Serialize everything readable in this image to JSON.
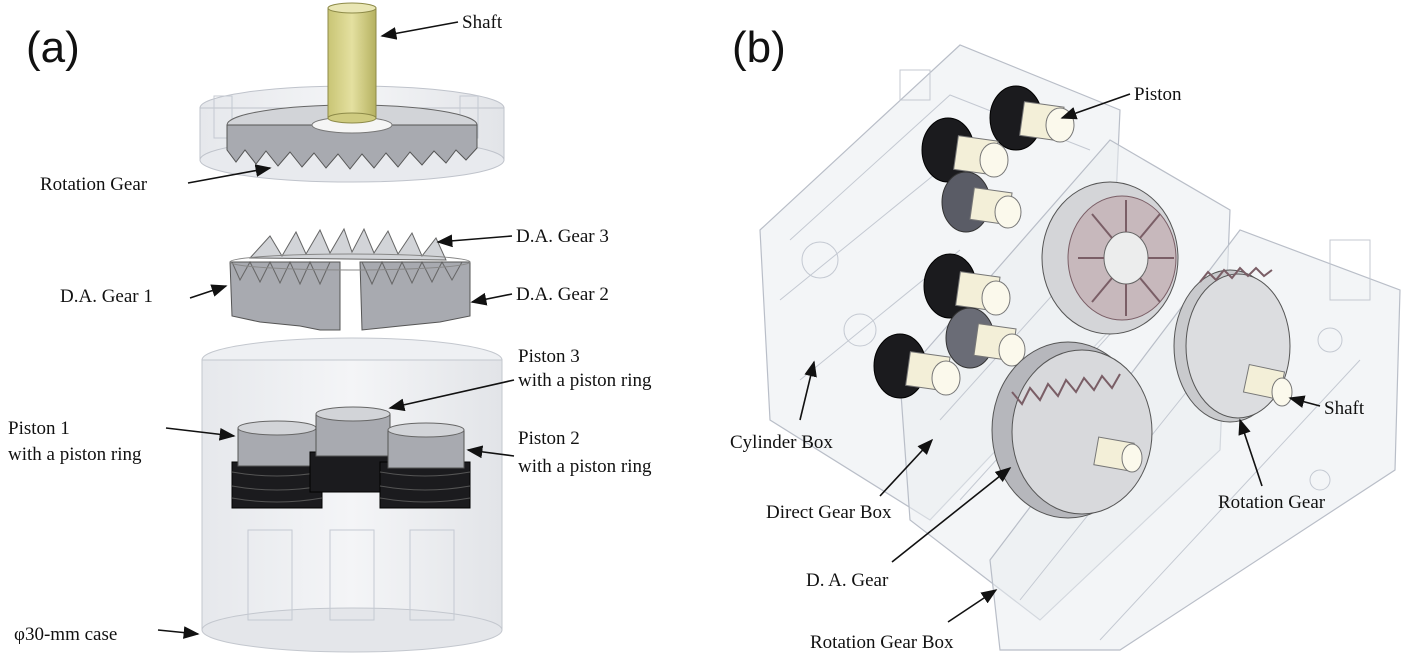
{
  "panel_a": {
    "tag": "(a)",
    "labels": {
      "shaft": "Shaft",
      "rotation_gear": "Rotation Gear",
      "da_gear_3": "D.A. Gear 3",
      "da_gear_1": "D.A. Gear 1",
      "da_gear_2": "D.A. Gear 2",
      "piston_3_line1": "Piston 3",
      "piston_3_line2": "with a piston ring",
      "piston_1_line1": "Piston 1",
      "piston_1_line2": "with a piston ring",
      "piston_2_line1": "Piston 2",
      "piston_2_line2": "with a piston ring",
      "case": "φ30-mm case"
    }
  },
  "panel_b": {
    "tag": "(b)",
    "labels": {
      "piston": "Piston",
      "shaft": "Shaft",
      "cylinder_box": "Cylinder Box",
      "direct_gear_box": "Direct Gear Box",
      "rotation_gear": "Rotation Gear",
      "da_gear": "D. A. Gear",
      "rotation_gear_box": "Rotation Gear Box"
    }
  },
  "colors": {
    "shaft_a": "#d8d48a",
    "metal": "#a8aab0",
    "dark_ring": "#1b1b1e",
    "ghost_case": "#e9ecf1"
  }
}
